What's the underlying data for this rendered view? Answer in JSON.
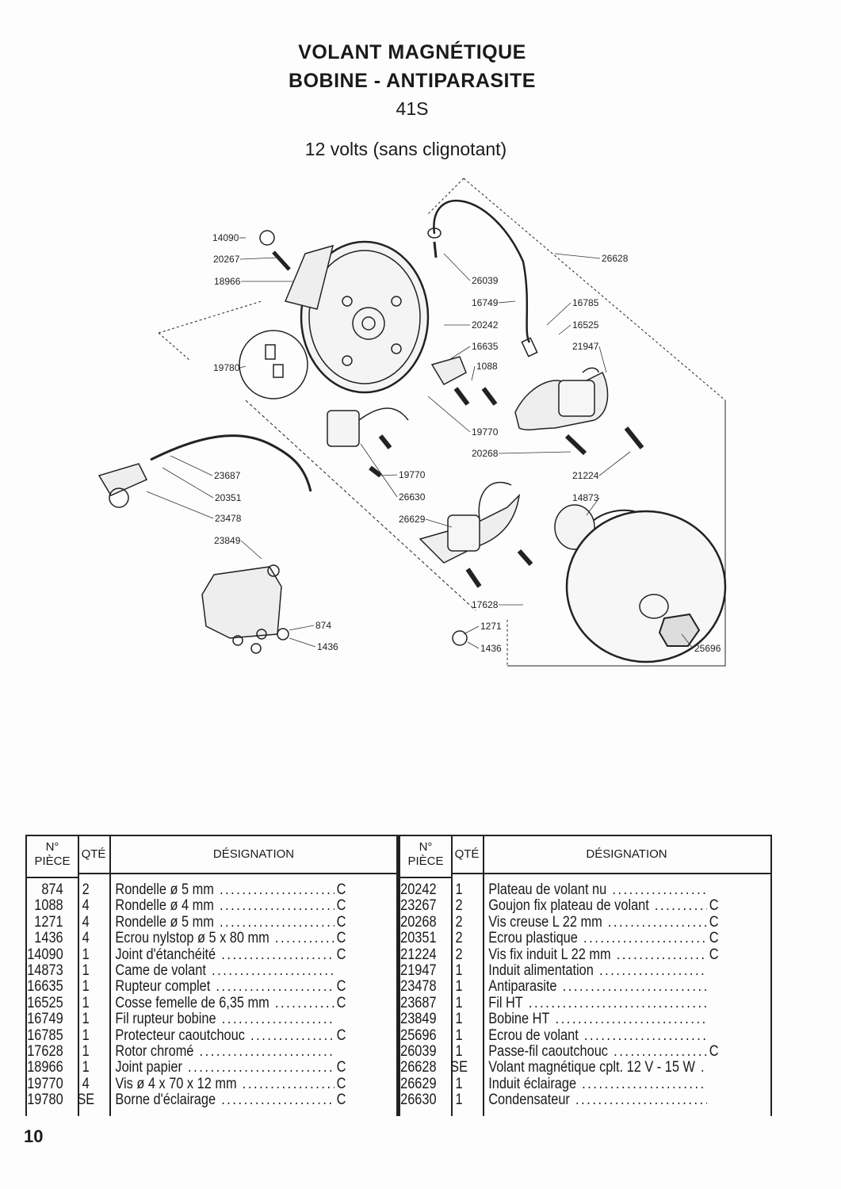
{
  "header": {
    "title_line1": "VOLANT MAGNÉTIQUE",
    "title_line2": "BOBINE - ANTIPARASITE",
    "model": "41S",
    "subtitle": "12 volts (sans clignotant)"
  },
  "diagram": {
    "labels": [
      "14090",
      "20267",
      "18966",
      "19780",
      "23687",
      "20351",
      "23478",
      "23849",
      "874",
      "1436",
      "26628",
      "26039",
      "16749",
      "16785",
      "20242",
      "16525",
      "16635",
      "21947",
      "1088",
      "19770",
      "20268",
      "19770",
      "21224",
      "26630",
      "14873",
      "26629",
      "17628",
      "1271",
      "1436",
      "25696"
    ]
  },
  "table": {
    "headers": {
      "no_line1": "N°",
      "no_line2": "PIÈCE",
      "qty": "QTÉ",
      "designation": "DÉSIGNATION"
    },
    "left": [
      {
        "no": "874",
        "qty": "2",
        "desc": "Rondelle ø 5 mm",
        "code": "C"
      },
      {
        "no": "1088",
        "qty": "4",
        "desc": "Rondelle ø 4 mm",
        "code": "C"
      },
      {
        "no": "1271",
        "qty": "4",
        "desc": "Rondelle ø 5 mm",
        "code": "C"
      },
      {
        "no": "1436",
        "qty": "4",
        "desc": "Écrou nylstop ø 5 x 80 mm",
        "code": "C"
      },
      {
        "no": "14090",
        "qty": "1",
        "desc": "Joint d'étanchéité",
        "code": "C"
      },
      {
        "no": "14873",
        "qty": "1",
        "desc": "Came de volant",
        "code": ""
      },
      {
        "no": "16635",
        "qty": "1",
        "desc": "Rupteur complet",
        "code": "C"
      },
      {
        "no": "16525",
        "qty": "1",
        "desc": "Cosse femelle de 6,35 mm",
        "code": "C"
      },
      {
        "no": "16749",
        "qty": "1",
        "desc": "Fil rupteur bobine",
        "code": ""
      },
      {
        "no": "16785",
        "qty": "1",
        "desc": "Protecteur caoutchouc",
        "code": "C"
      },
      {
        "no": "17628",
        "qty": "1",
        "desc": "Rotor chromé",
        "code": ""
      },
      {
        "no": "18966",
        "qty": "1",
        "desc": "Joint papier",
        "code": "C"
      },
      {
        "no": "19770",
        "qty": "4",
        "desc": "Vis ø 4 x 70 x 12 mm",
        "code": "C"
      },
      {
        "no": "19780",
        "qty": "SE",
        "desc": "Borne d'éclairage",
        "code": "C"
      }
    ],
    "right": [
      {
        "no": "20242",
        "qty": "1",
        "desc": "Plateau de volant nu",
        "code": ""
      },
      {
        "no": "23267",
        "qty": "2",
        "desc": "Goujon fix plateau de volant",
        "code": "C"
      },
      {
        "no": "20268",
        "qty": "2",
        "desc": "Vis creuse L 22 mm",
        "code": "C"
      },
      {
        "no": "20351",
        "qty": "2",
        "desc": "Écrou plastique",
        "code": "C"
      },
      {
        "no": "21224",
        "qty": "2",
        "desc": "Vis fix induit L 22 mm",
        "code": "C"
      },
      {
        "no": "21947",
        "qty": "1",
        "desc": "Induit alimentation",
        "code": ""
      },
      {
        "no": "23478",
        "qty": "1",
        "desc": "Antiparasite",
        "code": ""
      },
      {
        "no": "23687",
        "qty": "1",
        "desc": "Fil HT",
        "code": ""
      },
      {
        "no": "23849",
        "qty": "1",
        "desc": "Bobine HT",
        "code": ""
      },
      {
        "no": "25696",
        "qty": "1",
        "desc": "Écrou de volant",
        "code": ""
      },
      {
        "no": "26039",
        "qty": "1",
        "desc": "Passe-fil caoutchouc",
        "code": "C"
      },
      {
        "no": "26628",
        "qty": "SE",
        "desc": "Volant magnétique cplt. 12 V - 15 W",
        "code": ""
      },
      {
        "no": "26629",
        "qty": "1",
        "desc": "Induit éclairage",
        "code": ""
      },
      {
        "no": "26630",
        "qty": "1",
        "desc": "Condensateur",
        "code": ""
      }
    ]
  },
  "footer": {
    "page_number": "10"
  }
}
